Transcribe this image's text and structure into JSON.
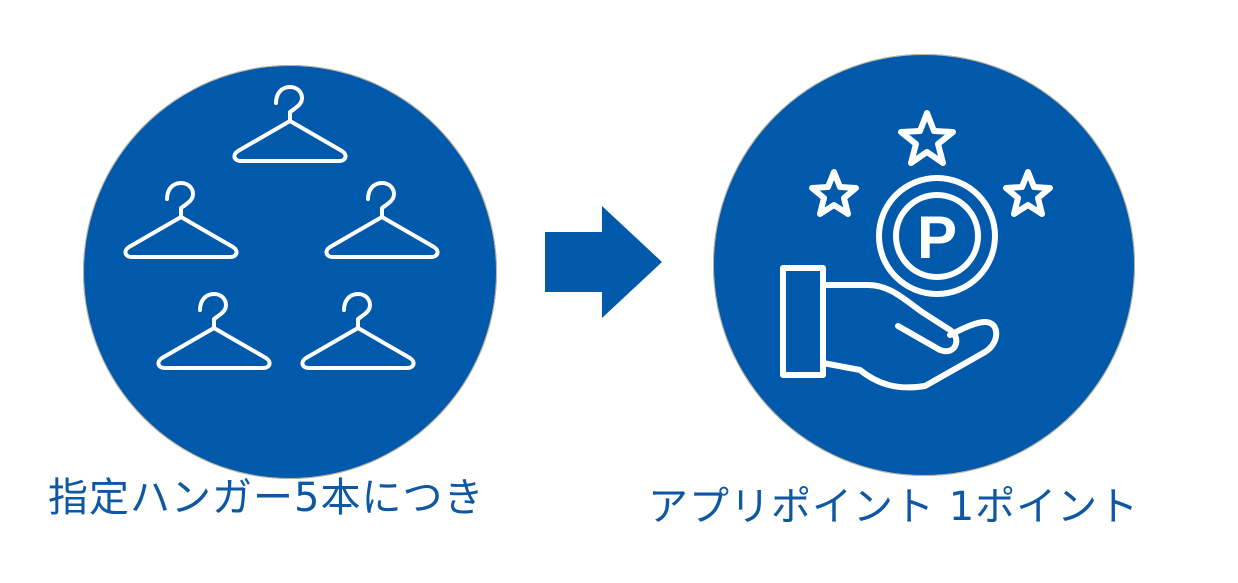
{
  "left": {
    "caption": "指定ハンガー5本につき",
    "icon": "hanger-icon",
    "hanger_count": 5
  },
  "arrow": {
    "icon": "right-arrow-icon"
  },
  "right": {
    "caption": "アプリポイント 1ポイント",
    "coin_letter": "P",
    "icon": "hand-with-point-coin-icon",
    "star_count": 3
  },
  "colors": {
    "circle": "#0059aa",
    "arrow": "#0059aa",
    "text": "#0d57a3",
    "icon_stroke": "#ffffff"
  }
}
